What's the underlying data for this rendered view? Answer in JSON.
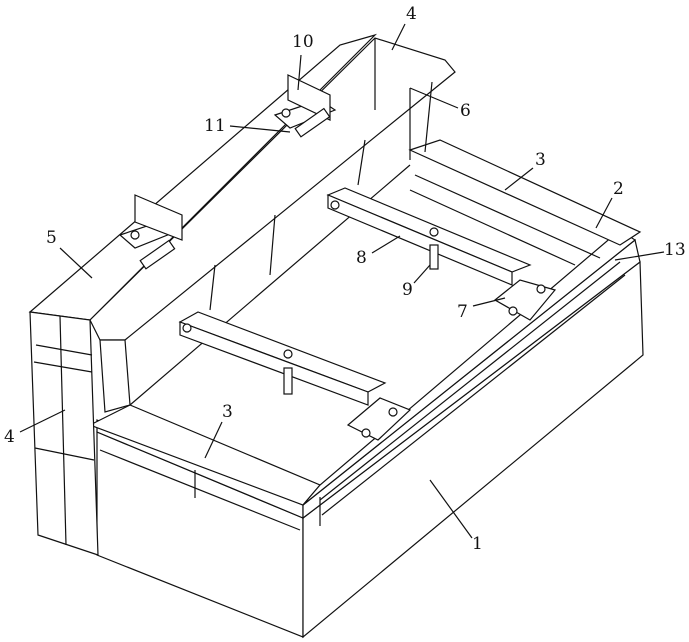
{
  "labels": {
    "label_4_top": "4",
    "label_10": "10",
    "label_11": "11",
    "label_6": "6",
    "label_3_right": "3",
    "label_2": "2",
    "label_13": "13",
    "label_5": "5",
    "label_8": "8",
    "label_9": "9",
    "label_7": "7",
    "label_4_left": "4",
    "label_3_front": "3",
    "label_1": "1"
  }
}
